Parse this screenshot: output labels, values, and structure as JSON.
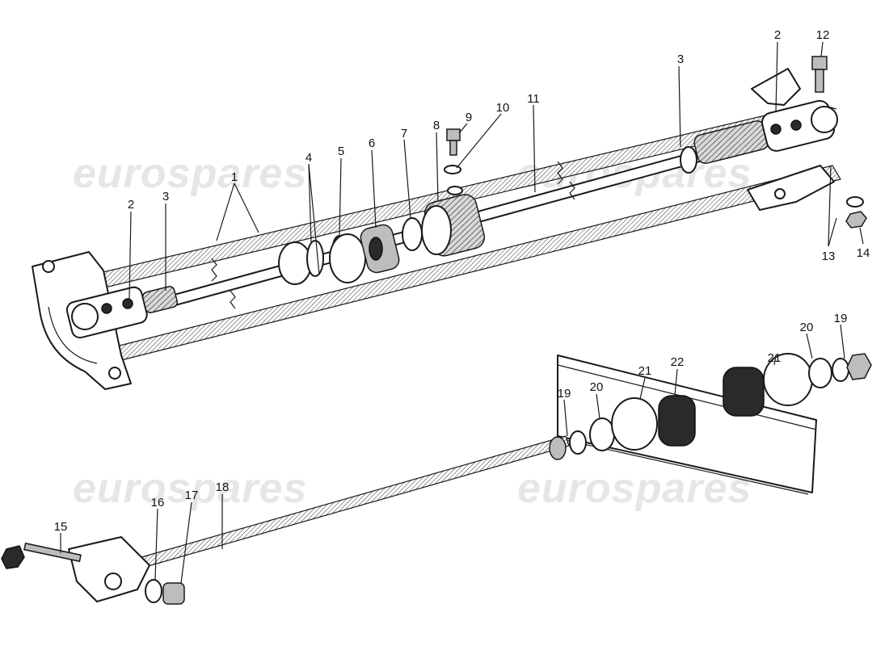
{
  "watermark": {
    "text": "eurospares",
    "color": "#e6e6e6"
  },
  "line_color": "#1a1a1a",
  "callouts": {
    "c1": "1",
    "c2a": "2",
    "c2b": "2",
    "c3a": "3",
    "c3b": "3",
    "c4": "4",
    "c5": "5",
    "c6": "6",
    "c7": "7",
    "c8": "8",
    "c9": "9",
    "c10": "10",
    "c11": "11",
    "c12": "12",
    "c13": "13",
    "c14": "14",
    "c15": "15",
    "c16": "16",
    "c17": "17",
    "c18": "18",
    "c19a": "19",
    "c19b": "19",
    "c20a": "20",
    "c20b": "20",
    "c21a": "21",
    "c21b": "21",
    "c22": "22"
  }
}
